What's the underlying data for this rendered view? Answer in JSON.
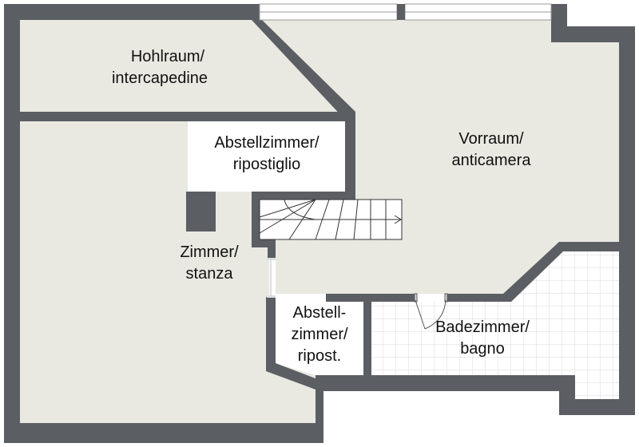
{
  "colors": {
    "wall": "#5b5e63",
    "floor": "#e9e9e1",
    "tile_grid": "#d8d8d8"
  },
  "rooms": [
    {
      "id": "hohlraum",
      "line1": "Hohlraum/",
      "line2": "intercapedine"
    },
    {
      "id": "abstellzimmer",
      "line1": "Abstellzimmer/",
      "line2": "ripostiglio"
    },
    {
      "id": "vorraum",
      "line1": "Vorraum/",
      "line2": "anticamera"
    },
    {
      "id": "zimmer",
      "line1": "Zimmer/",
      "line2": "stanza"
    },
    {
      "id": "abstell-small",
      "line1": "Abstell-",
      "line2": "zimmer/",
      "line3": "ripost."
    },
    {
      "id": "badezimmer",
      "line1": "Badezimmer/",
      "line2": "bagno"
    }
  ]
}
